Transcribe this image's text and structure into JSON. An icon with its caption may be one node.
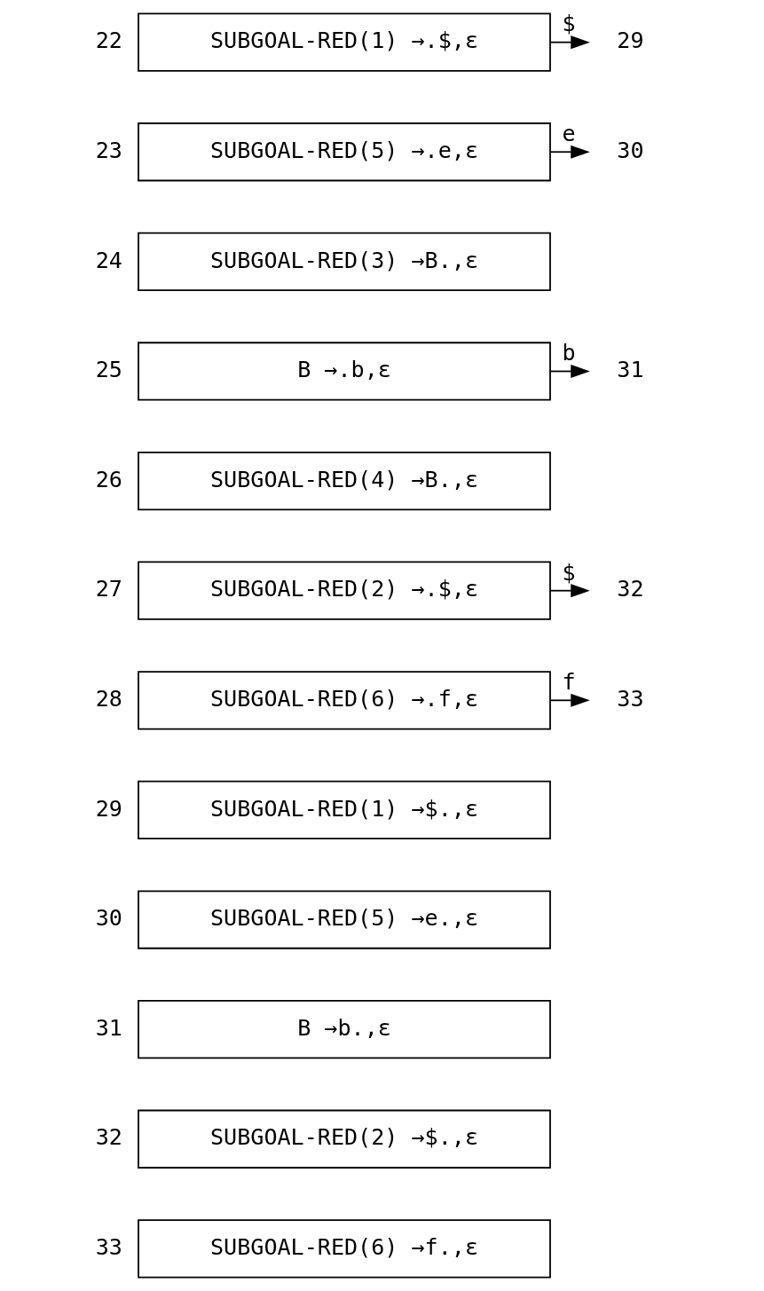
{
  "diagram": {
    "nodes": [
      {
        "text": [
          "SUBGOAL-RED(1) →.$,ε"
        ],
        "beside": [
          "22"
        ]
      },
      {
        "text": [
          "29"
        ]
      },
      {
        "text": [
          "SUBGOAL-RED(5) →.e,ε"
        ],
        "beside": [
          "23"
        ]
      },
      {
        "text": [
          "30"
        ]
      },
      {
        "text": [
          "SUBGOAL-RED(3) →B.,ε"
        ],
        "beside": [
          "24"
        ]
      },
      {
        "text": [
          "B →.b,ε"
        ],
        "beside": [
          "25"
        ]
      },
      {
        "text": [
          "31"
        ]
      },
      {
        "text": [
          "SUBGOAL-RED(4) →B.,ε"
        ],
        "beside": [
          "26"
        ]
      },
      {
        "text": [
          "SUBGOAL-RED(2) →.$,ε"
        ],
        "beside": [
          "27"
        ]
      },
      {
        "text": [
          "32"
        ]
      },
      {
        "text": [
          "SUBGOAL-RED(6) →.f,ε"
        ],
        "beside": [
          "28"
        ]
      },
      {
        "text": [
          "33"
        ]
      },
      {
        "text": [
          "SUBGOAL-RED(1) →$.,ε"
        ],
        "beside": [
          "29"
        ]
      },
      {
        "text": [
          "SUBGOAL-RED(5) →e.,ε"
        ],
        "beside": [
          "30"
        ]
      },
      {
        "text": [
          "B →b.,ε"
        ],
        "beside": [
          "31"
        ]
      },
      {
        "text": [
          "SUBGOAL-RED(2) →$.,ε"
        ],
        "beside": [
          "32"
        ]
      },
      {
        "text": [
          "SUBGOAL-RED(6) →f.,ε"
        ],
        "beside": [
          "33"
        ]
      }
    ],
    "edges": [
      {
        "from": 0,
        "to": 1,
        "arrow": "to",
        "label": "$"
      },
      {
        "from": 2,
        "to": 3,
        "arrow": "to",
        "label": "e"
      },
      {
        "from": 5,
        "to": 6,
        "arrow": "to",
        "label": "b"
      },
      {
        "from": 8,
        "to": 9,
        "arrow": "to",
        "label": "$"
      },
      {
        "from": 10,
        "to": 11,
        "arrow": "to",
        "label": "f"
      }
    ]
  }
}
